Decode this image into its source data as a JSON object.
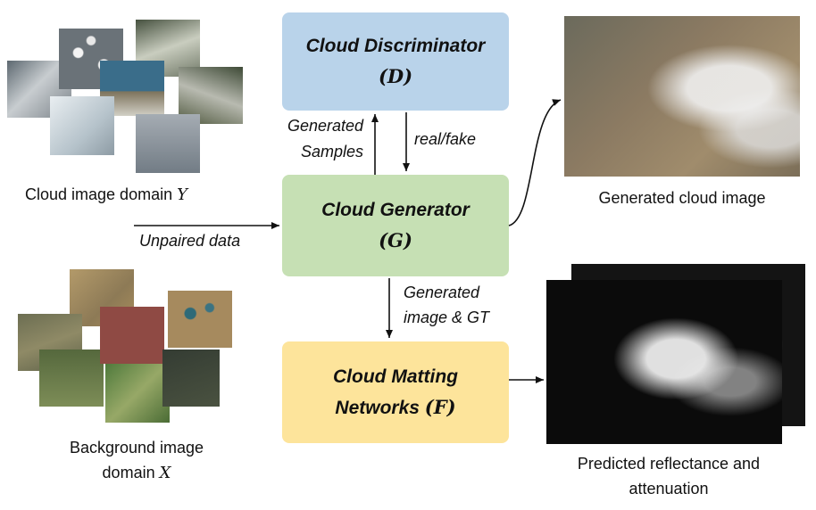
{
  "boxes": {
    "discriminator": {
      "title": "Cloud Discriminator",
      "symbol": "(D)"
    },
    "generator": {
      "title": "Cloud Generator",
      "symbol": "(G)"
    },
    "matting": {
      "title_line1": "Cloud Matting",
      "title_line2": "Networks",
      "symbol": "(F)"
    }
  },
  "edge_labels": {
    "generated_samples_1": "Generated",
    "generated_samples_2": "Samples",
    "real_fake": "real/fake",
    "unpaired_data": "Unpaired data",
    "generated_gt_1": "Generated",
    "generated_gt_2": "image & GT"
  },
  "captions": {
    "cloud_domain": "Cloud image domain",
    "cloud_domain_symbol": "Y",
    "background_domain_1": "Background image",
    "background_domain_2": "domain",
    "background_domain_symbol": "X",
    "generated_cloud": "Generated cloud image",
    "predicted_1": "Predicted reflectance and",
    "predicted_2": "attenuation"
  },
  "colors": {
    "discriminator": "#b9d3ea",
    "generator": "#c6e0b4",
    "matting": "#fde49b"
  }
}
